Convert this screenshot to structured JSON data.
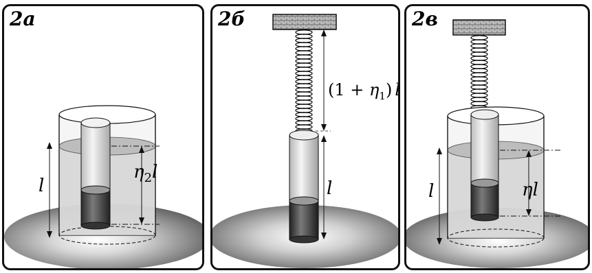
{
  "panels": [
    {
      "title": "2а",
      "labels": {
        "height_left": "l",
        "height_right_eta": "η",
        "height_right_sub": "2",
        "height_right_l": "l"
      }
    },
    {
      "title": "2б",
      "labels": {
        "spring_open": "(1 + ",
        "spring_eta": "η",
        "spring_sub": "1",
        "spring_close": ")",
        "spring_l": "l",
        "tube_l": "l"
      }
    },
    {
      "title": "2в",
      "labels": {
        "height_left": "l",
        "height_right_eta": "η",
        "height_right_l": "l"
      }
    }
  ]
}
